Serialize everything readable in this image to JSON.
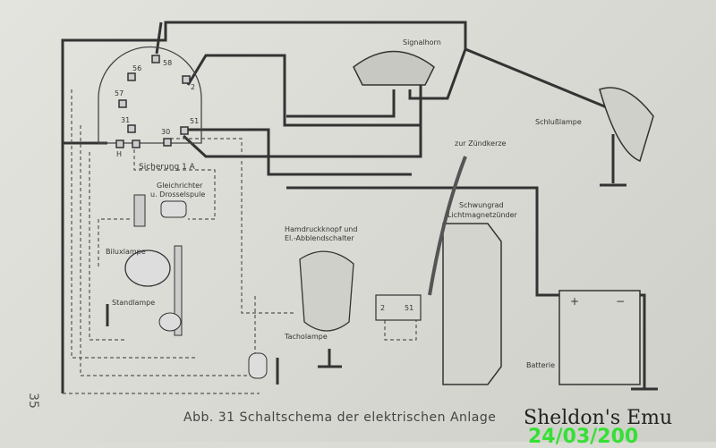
{
  "caption": "Abb. 31 Schaltschema der elektrischen Anlage",
  "page_number": "35",
  "watermark": {
    "name": "Sheldon's Emu",
    "date": "24/03/200"
  },
  "switch_terminals": [
    "56",
    "58",
    "2",
    "57",
    "31",
    "51",
    "30",
    "H"
  ],
  "labels": {
    "signalhorn": "Signalhorn",
    "schlusslampe": "Schlußlampe",
    "zuendkerze": "zur Zündkerze",
    "schwungrad": "Schwungrad",
    "lichtmagnet": "Lichtmagnetzünder",
    "handdruck": "Hamdruckknopf und",
    "abblend": "El.-Abblendschalter",
    "sicherung": "Sicherung 1 A",
    "gleichrichter": "Gleichrichter",
    "drossel": "u. Drosselspule",
    "bilux": "Biluxlampe",
    "standlampe": "Standlampe",
    "tacholampe": "Tacholampe",
    "batterie": "Batterie"
  },
  "magneto_terminals": [
    "2",
    "51"
  ],
  "battery_terminals": [
    "+",
    "−"
  ]
}
